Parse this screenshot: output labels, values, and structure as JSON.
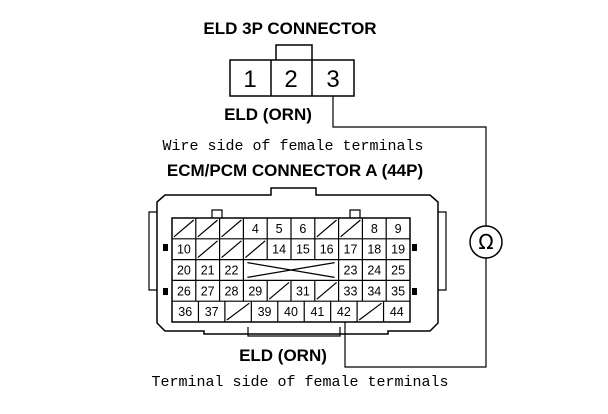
{
  "eld_connector": {
    "title": "ELD 3P CONNECTOR",
    "pins": [
      "1",
      "2",
      "3"
    ],
    "wire_label": "ELD (ORN)",
    "view_note": "Wire side of female terminals"
  },
  "ecm_connector": {
    "title": "ECM/PCM CONNECTOR A (44P)",
    "rows": [
      [
        "",
        "",
        "",
        "4",
        "5",
        "6",
        "",
        "",
        "8",
        "9"
      ],
      [
        "10",
        "",
        "",
        "",
        "14",
        "15",
        "16",
        "17",
        "18",
        "19"
      ],
      [
        "20",
        "21",
        "22",
        "",
        "",
        "",
        "",
        "23",
        "24",
        "25"
      ],
      [
        "26",
        "27",
        "28",
        "29",
        "",
        "31",
        "",
        "33",
        "34",
        "35"
      ],
      [
        "36",
        "37",
        "",
        "39",
        "40",
        "41",
        "42",
        "",
        "44"
      ]
    ],
    "wire_label": "ELD (ORN)",
    "view_note": "Terminal side of female terminals"
  },
  "meter": {
    "symbol": "Ω",
    "icon": "ohmmeter-icon"
  }
}
